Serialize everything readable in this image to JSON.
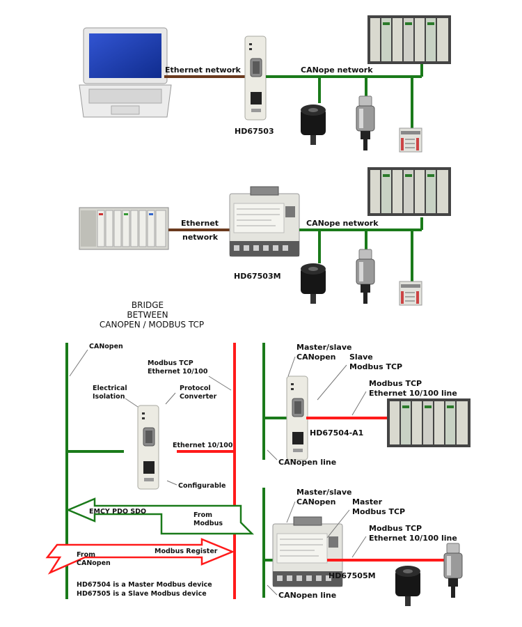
{
  "colors": {
    "canopen": "#1a7a1a",
    "modbus": "#ff1a1a",
    "ethernet_cable": "#6b3a1e",
    "device_body": "#e6e6e0"
  },
  "icons": [
    "laptop-icon",
    "gateway-device-icon",
    "din-rail-gateway-icon",
    "plc-rack-icon",
    "encoder-icon",
    "servo-motor-icon",
    "io-module-icon"
  ],
  "section1": {
    "ethernet_label": "Ethernet network",
    "canopen_label": "CANope network",
    "device_label": "HD67503"
  },
  "section2": {
    "ethernet_label_1": "Ethernet",
    "ethernet_label_2": "network",
    "canopen_label": "CANope network",
    "device_label": "HD67503M"
  },
  "bridge": {
    "title_1": "BRIDGE",
    "title_2": "BETWEEN",
    "title_3": "CANOPEN / MODBUS TCP",
    "canopen": "CANopen",
    "modbus_tcp_1": "Modbus TCP",
    "modbus_tcp_2": "Ethernet 10/100",
    "electrical_1": "Electrical",
    "electrical_2": "Isolation",
    "protocol_1": "Protocol",
    "protocol_2": "Converter",
    "ethernet_100": "Ethernet 10/100",
    "configurable": "Configurable",
    "emcy": "EMCY PDO SDO",
    "from_modbus_1": "From",
    "from_modbus_2": "Modbus",
    "from_canopen_1": "From",
    "from_canopen_2": "CANopen",
    "modbus_register": "Modbus Register",
    "note_1": "HD67504 is a Master Modbus device",
    "note_2": "HD67505 is a Slave Modbus device"
  },
  "right_a1": {
    "master_slave_1": "Master/slave",
    "master_slave_2": "CANopen",
    "slave_1": "Slave",
    "slave_2": "Modbus TCP",
    "modbus_1": "Modbus TCP",
    "modbus_2": "Ethernet 10/100 line",
    "device_label": "HD67504-A1",
    "line_label": "CANopen line"
  },
  "right_505": {
    "master_slave_1": "Master/slave",
    "master_slave_2": "CANopen",
    "master_1": "Master",
    "master_2": "Modbus TCP",
    "modbus_1": "Modbus TCP",
    "modbus_2": "Ethernet 10/100 line",
    "device_label": "HD67505M",
    "line_label": "CANopen line"
  }
}
